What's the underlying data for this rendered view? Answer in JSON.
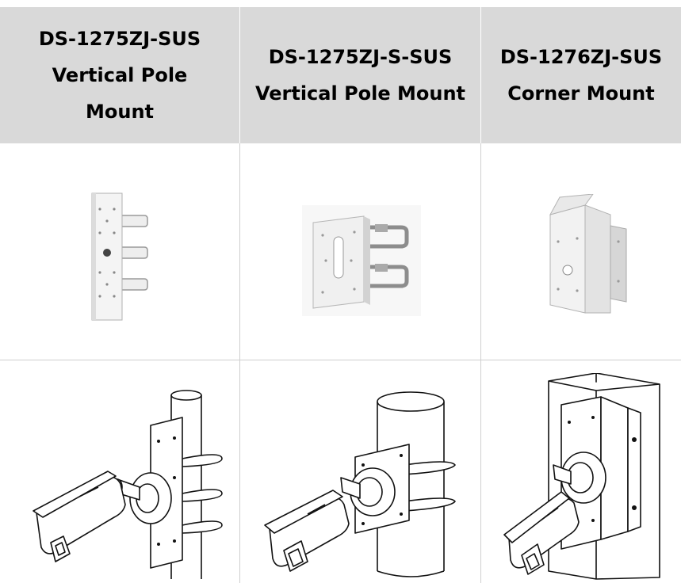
{
  "columns": [
    {
      "model": "DS-1275ZJ-SUS",
      "name_line1": "Vertical Pole",
      "name_line2": "Mount"
    },
    {
      "model": "DS-1275ZJ-S-SUS",
      "name_line1": "Vertical Pole Mount"
    },
    {
      "model": "DS-1276ZJ-SUS",
      "name_line1": "Corner Mount"
    }
  ],
  "icons": [
    "pole-mount-bracket-photo",
    "hose-clamp-pole-mount-photo",
    "corner-mount-bracket-photo",
    "camera-on-pole-drawing",
    "camera-on-large-pole-drawing",
    "camera-on-corner-drawing"
  ],
  "colors": {
    "header_bg": "#d9d9d9",
    "grid_line": "#cfcfcf"
  }
}
